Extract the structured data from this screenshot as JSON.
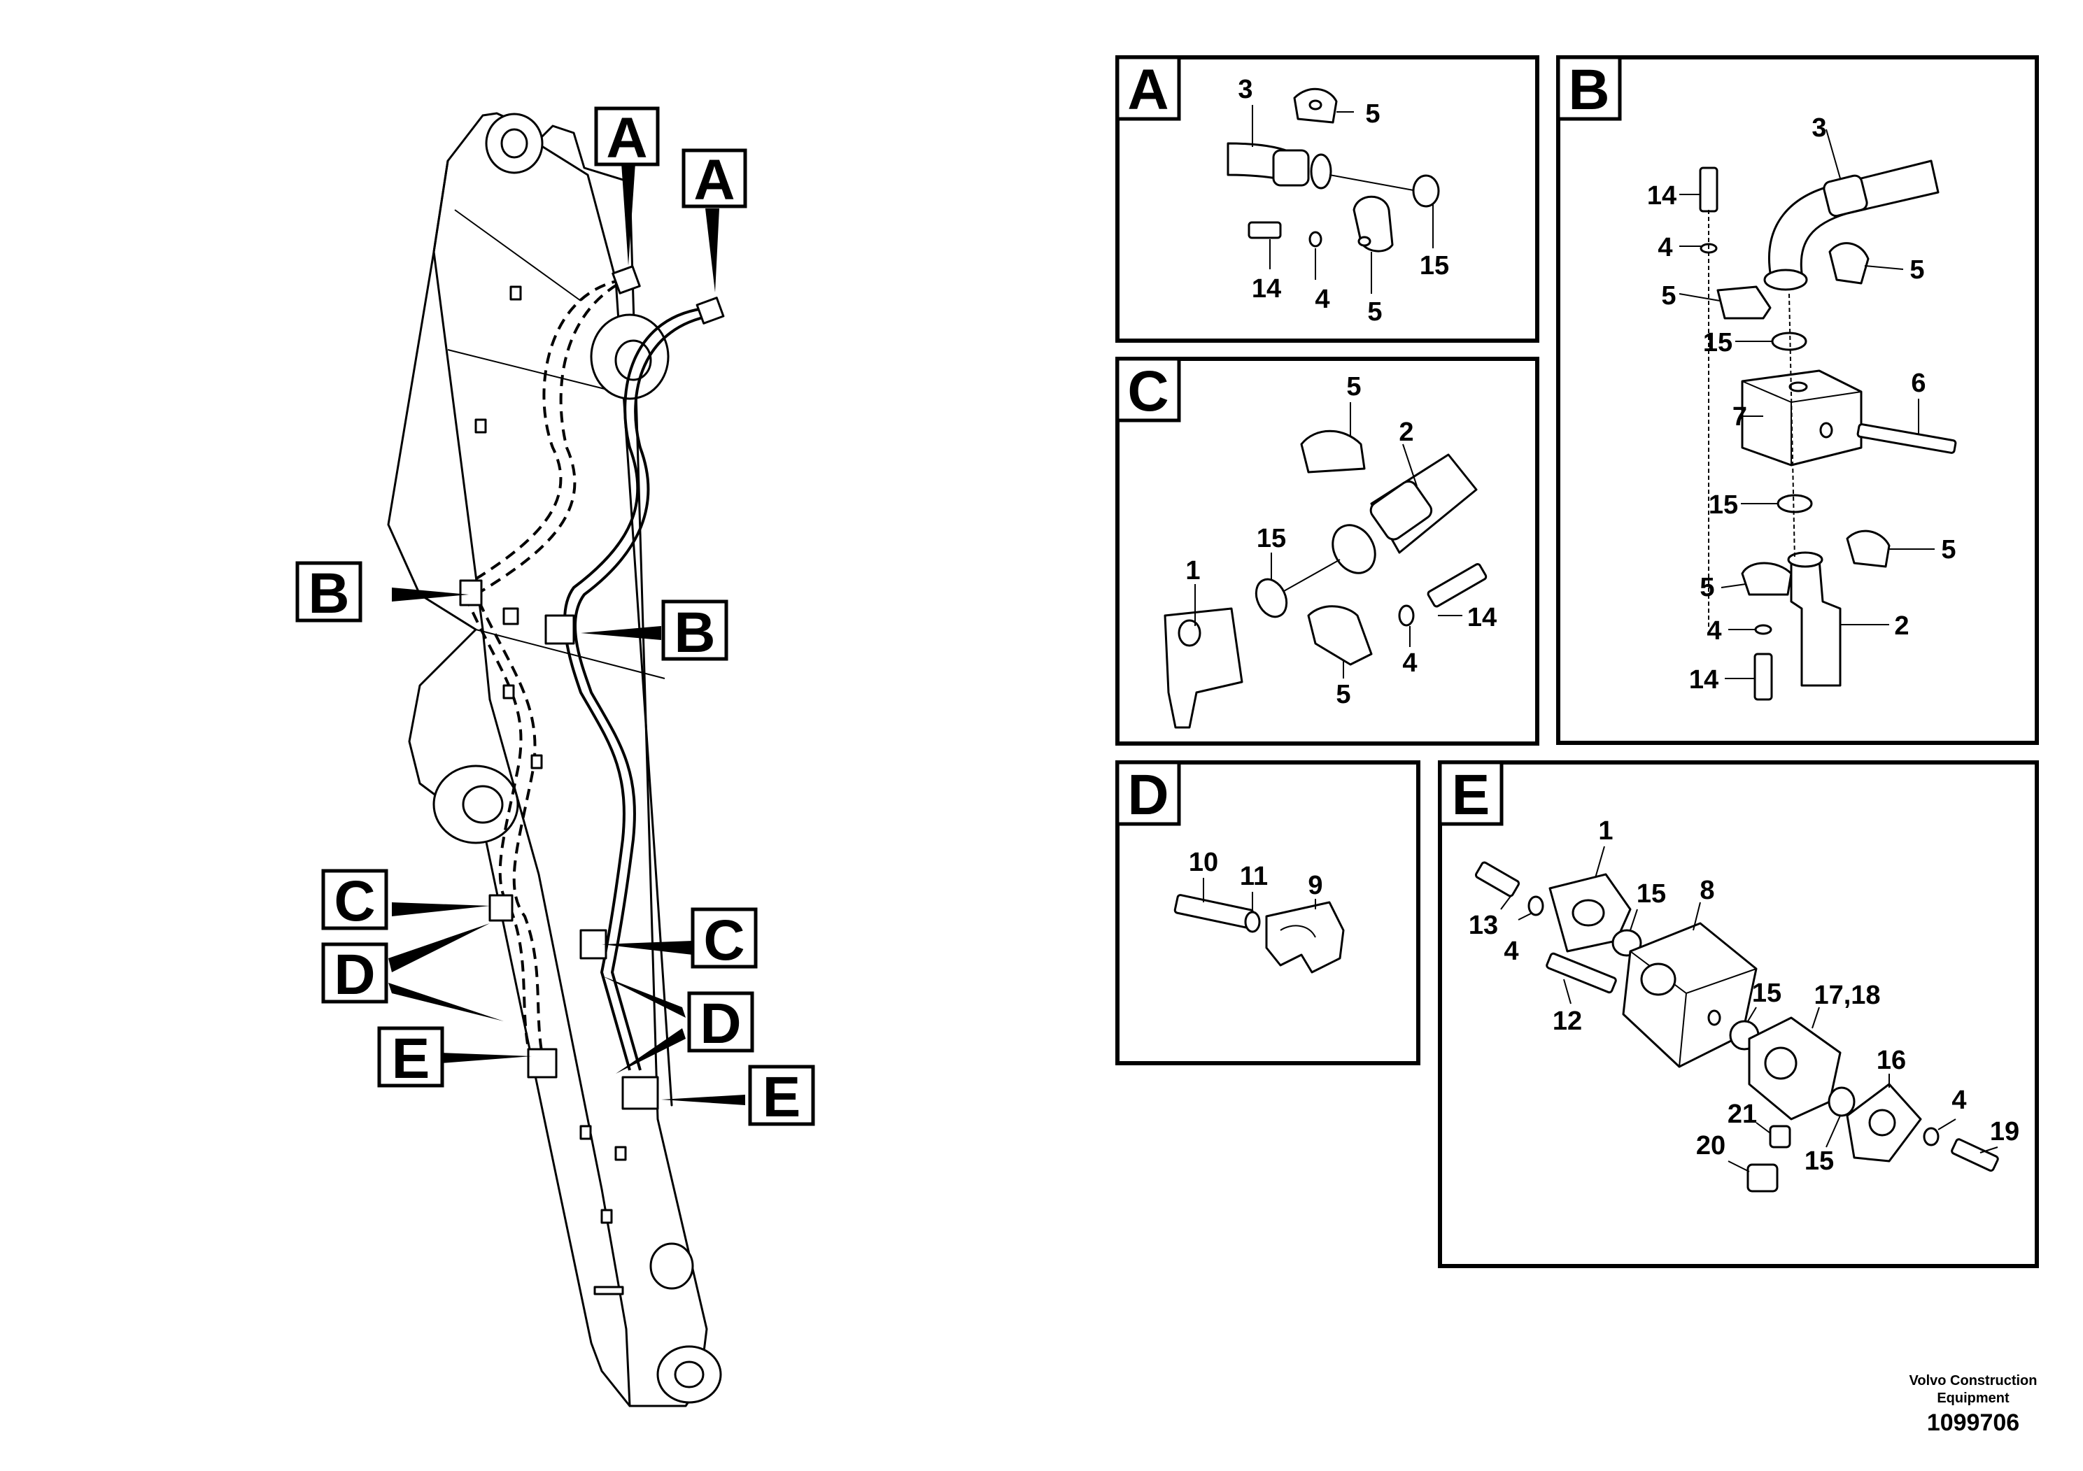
{
  "callouts": {
    "A": "A",
    "B": "B",
    "C": "C",
    "D": "D",
    "E": "E"
  },
  "panels": {
    "A": {
      "title": "A",
      "parts": [
        "3",
        "5",
        "15",
        "14",
        "4",
        "5"
      ]
    },
    "B": {
      "title": "B",
      "parts": [
        "3",
        "14",
        "4",
        "5",
        "5",
        "15",
        "6",
        "7",
        "15",
        "5",
        "5",
        "4",
        "2",
        "14"
      ]
    },
    "C": {
      "title": "C",
      "parts": [
        "5",
        "2",
        "15",
        "1",
        "14",
        "4",
        "5"
      ]
    },
    "D": {
      "title": "D",
      "parts": [
        "10",
        "11",
        "9"
      ]
    },
    "E": {
      "title": "E",
      "parts": [
        "1",
        "13",
        "15",
        "8",
        "4",
        "15",
        "17,18",
        "12",
        "16",
        "4",
        "21",
        "19",
        "20",
        "15"
      ]
    }
  },
  "footer": {
    "company_line1": "Volvo Construction",
    "company_line2": "Equipment",
    "drawing_number": "1099706"
  }
}
